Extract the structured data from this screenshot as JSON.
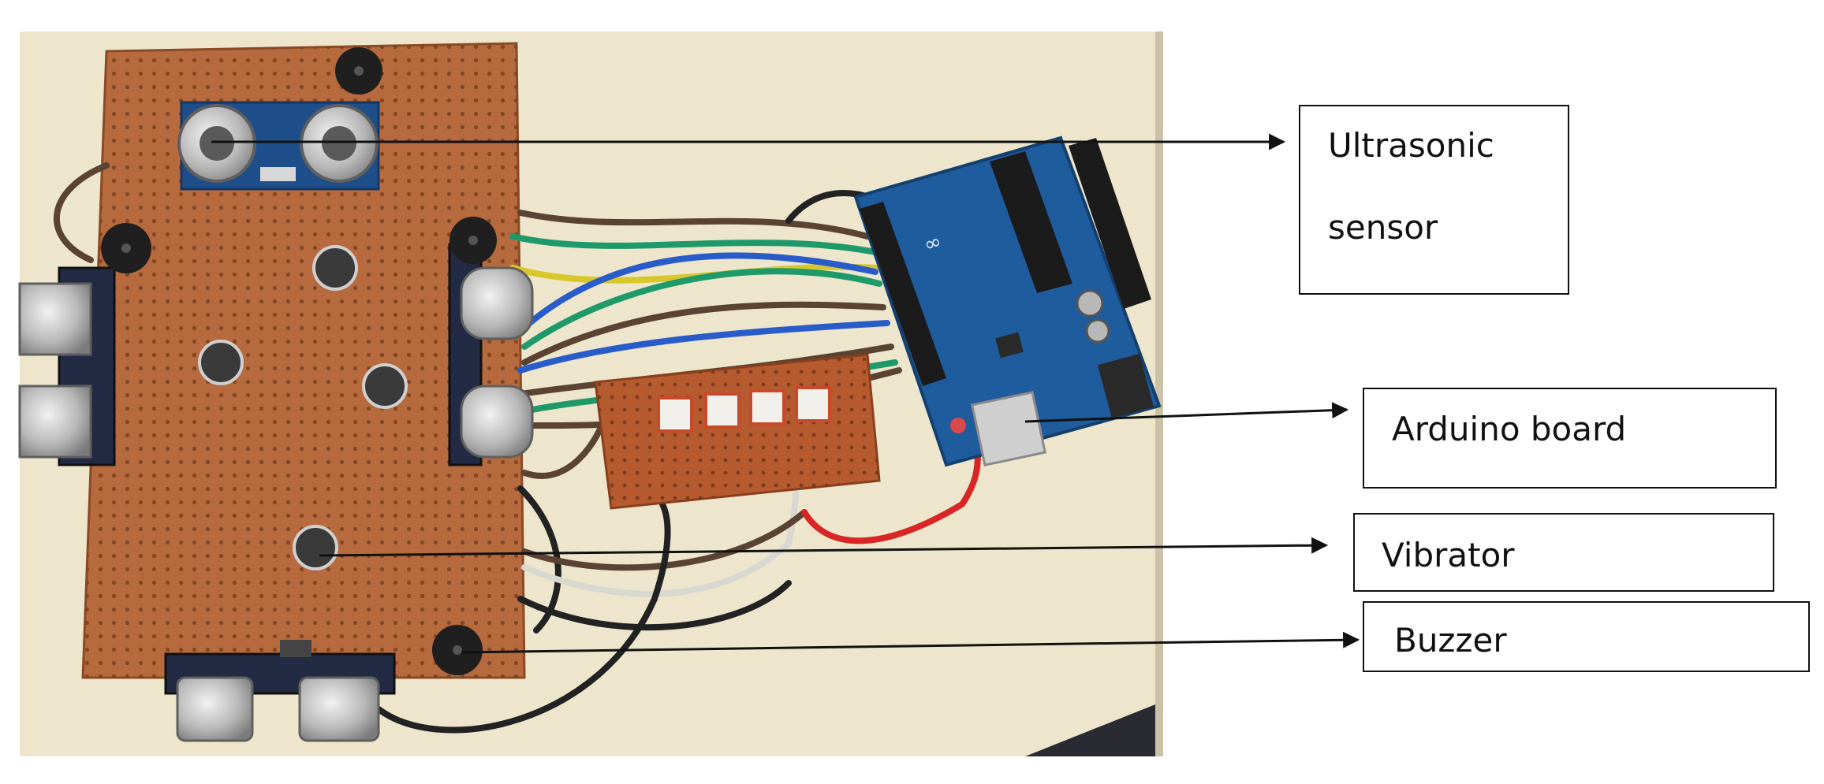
{
  "labels": {
    "ultrasonic_line1": "Ultrasonic",
    "ultrasonic_line2": "sensor",
    "arduino": "Arduino board",
    "vibrator": "Vibrator",
    "buzzer": "Buzzer"
  },
  "colors": {
    "table": "#ede6cc",
    "perfboard": "#b66a3d",
    "arduino_pcb": "#1f5c9e",
    "wire_green": "#1e9a6a",
    "wire_blue": "#2a5cc9",
    "wire_brown": "#5a4332",
    "wire_red": "#d92525",
    "wire_black": "#222222",
    "wire_white": "#d8d8d0",
    "wire_yellow": "#d8c72b",
    "arrow": "#111111"
  }
}
